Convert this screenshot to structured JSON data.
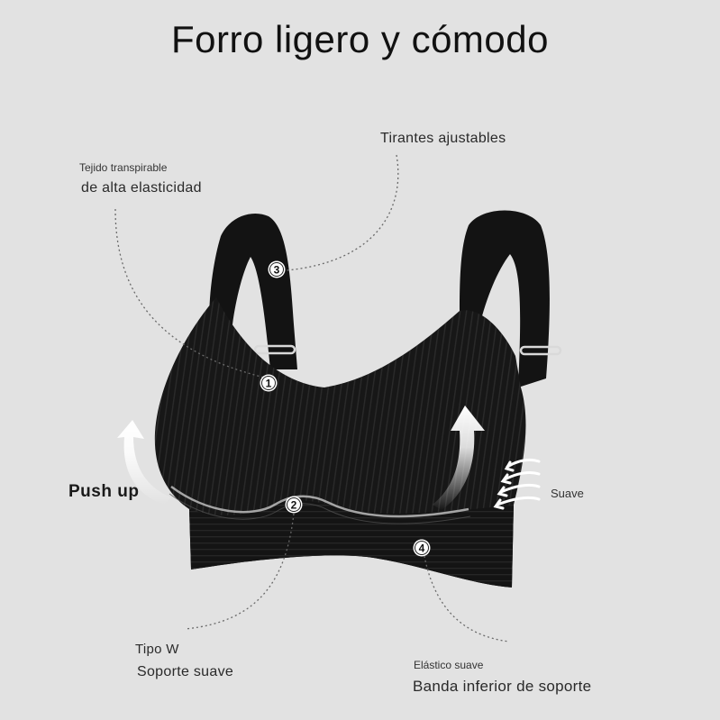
{
  "title": "Forro ligero y cómodo",
  "callouts": {
    "fabric_small": "Tejido transpirable",
    "fabric_main": "de alta elasticidad",
    "straps": "Tirantes ajustables",
    "pushup": "Push up",
    "soft": "Suave",
    "wire_small": "Tipo W",
    "wire_main": "Soporte suave",
    "band_small": "Elástico suave",
    "band_main": "Banda inferior de soporte"
  },
  "markers": [
    "1",
    "2",
    "3",
    "4"
  ],
  "colors": {
    "background": "#e2e2e2",
    "garment": "#151515",
    "text": "#2b2b2b"
  }
}
